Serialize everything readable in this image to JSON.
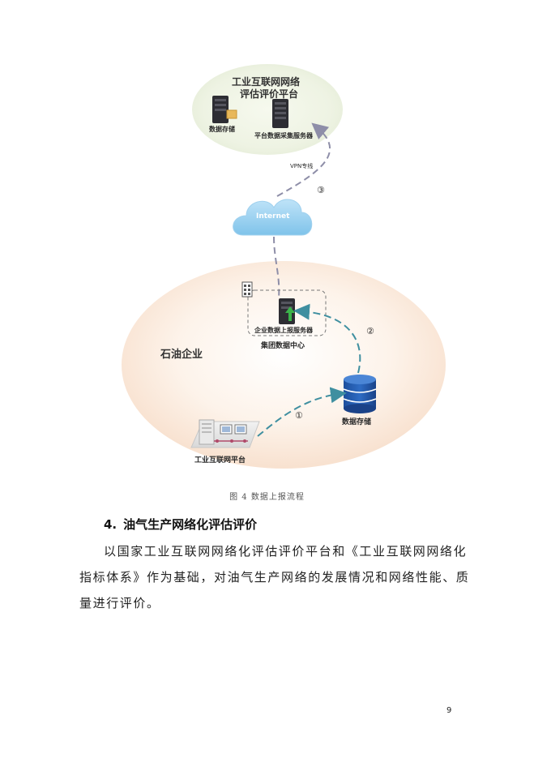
{
  "diagram": {
    "platform_title_line1": "工业互联网网络",
    "platform_title_line2": "评估评价平台",
    "platform_storage_label": "数据存储",
    "platform_server_label": "平台数据采集服务器",
    "vpn_label": "VPN专线",
    "step3": "③",
    "internet_label": "Internet",
    "enterprise_server_label": "企业数据上报服务器",
    "group_center_label": "集团数据中心",
    "enterprise_label": "石油企业",
    "step2": "②",
    "storage_label": "数据存储",
    "step1": "①",
    "iip_label": "工业互联网平台"
  },
  "caption": "图 4 数据上报流程",
  "section": {
    "number": "4.",
    "title": "油气生产网络化评估评价"
  },
  "paragraph": {
    "line1": "以国家工业互联网网络化评估评价平台和《工业互联网网络化",
    "line2": "指标体系》作为基础，对油气生产网络的发展情况和网络性能、质",
    "line3": "量进行评价。"
  },
  "page_number": "9"
}
